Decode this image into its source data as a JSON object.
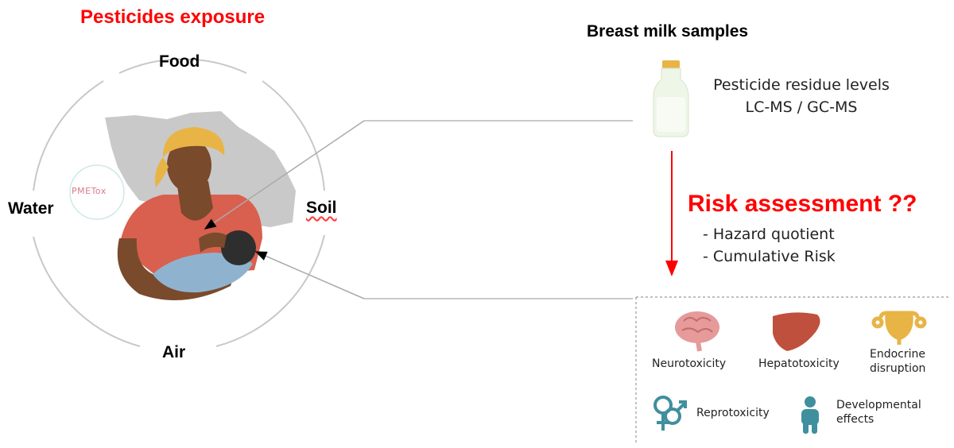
{
  "exposure": {
    "title": "Pesticides exposure",
    "routes": {
      "food": "Food",
      "water": "Water",
      "soil": "Soil",
      "air": "Air"
    },
    "logo_text": "PMETox"
  },
  "samples": {
    "title": "Breast milk samples",
    "analysis_line1": "Pesticide residue levels",
    "analysis_line2": "LC-MS / GC-MS"
  },
  "risk": {
    "title": "Risk assessment ??",
    "items": [
      "- Hazard quotient",
      "- Cumulative Risk"
    ]
  },
  "effects": {
    "neuro": "Neurotoxicity",
    "hepato": "Hepatotoxicity",
    "endocrine_line1": "Endocrine",
    "endocrine_line2": "disruption",
    "repro": "Reprotoxicity",
    "dev_line1": "Developmental",
    "dev_line2": "effects"
  },
  "colors": {
    "accent_red": "#ff0000",
    "skin": "#7a4a2c",
    "headwrap": "#e8b446",
    "dress": "#d9604e",
    "baby_blanket": "#8fb3cf",
    "map_gray": "#c9c9c9",
    "brain": "#e69a9a",
    "liver": "#c0503e",
    "uterus": "#e8b446",
    "figure_teal": "#3f8f9e"
  },
  "icons": [
    "milk-bottle-icon",
    "brain-icon",
    "liver-icon",
    "uterus-icon",
    "gender-icon",
    "child-icon"
  ]
}
